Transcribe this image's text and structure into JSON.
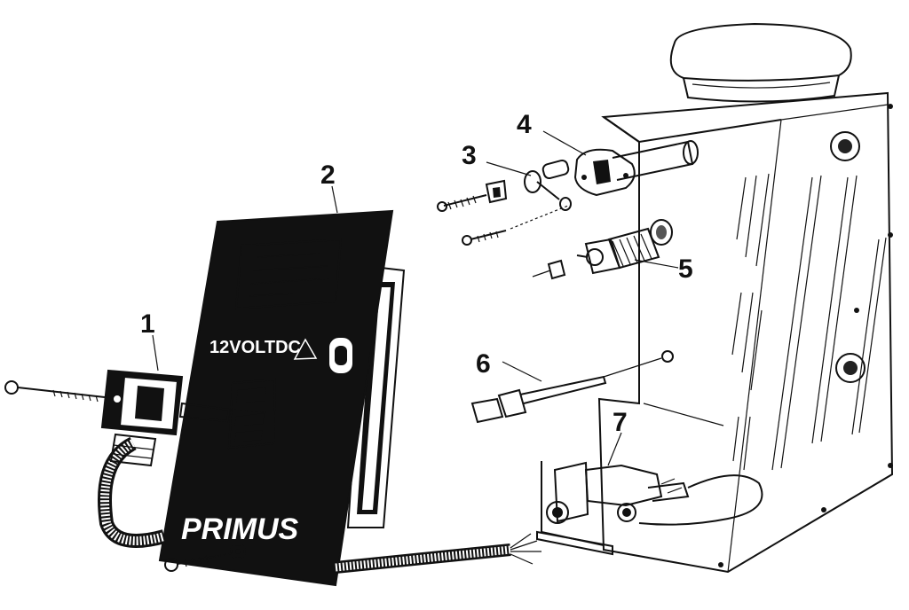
{
  "diagram": {
    "panel": {
      "brand": "PRIMUS",
      "voltage_label": "12VOLTDC"
    },
    "callouts": [
      "1",
      "2",
      "3",
      "4",
      "5",
      "6",
      "7"
    ]
  }
}
